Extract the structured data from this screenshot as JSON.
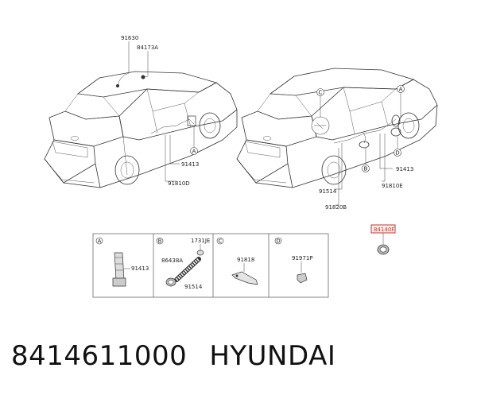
{
  "left_car": {
    "callouts": [
      "91630",
      "84173A",
      "91413",
      "91810D"
    ],
    "marker": "A"
  },
  "right_car": {
    "callouts": [
      "91413",
      "91810E",
      "91514",
      "91820B"
    ],
    "markers": [
      "A",
      "B",
      "C",
      "D"
    ]
  },
  "highlight_part": "84140F",
  "detail_panels": [
    {
      "marker": "A",
      "parts": [
        "91413"
      ]
    },
    {
      "marker": "B",
      "parts": [
        "1731JE",
        "86438A",
        "91514"
      ]
    },
    {
      "marker": "C",
      "parts": [
        "91818"
      ]
    },
    {
      "marker": "D",
      "parts": [
        "91971P"
      ]
    }
  ],
  "footer": {
    "part_number": "8414611000",
    "brand": "HYUNDAI"
  },
  "colors": {
    "highlight": "#c0392b"
  }
}
